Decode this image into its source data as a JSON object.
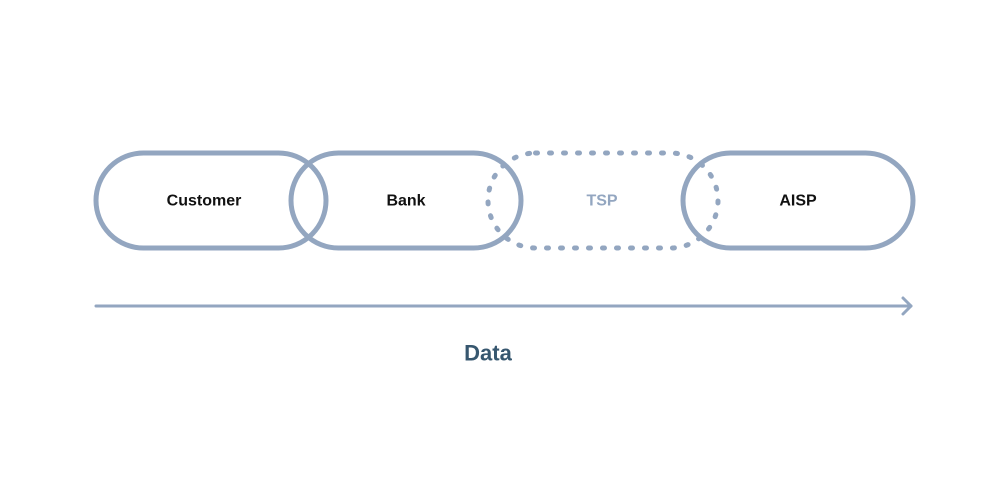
{
  "nodes": [
    {
      "label": "Customer",
      "style": "solid",
      "text_color": "#111111"
    },
    {
      "label": "Bank",
      "style": "solid",
      "text_color": "#111111"
    },
    {
      "label": "TSP",
      "style": "dotted",
      "text_color": "#93a6c0"
    },
    {
      "label": "AISP",
      "style": "solid",
      "text_color": "#111111"
    }
  ],
  "flow": {
    "label": "Data",
    "label_color": "#37576f",
    "line_color": "#93a6c0"
  },
  "colors": {
    "outline": "#93a6c0",
    "background": "#ffffff"
  }
}
